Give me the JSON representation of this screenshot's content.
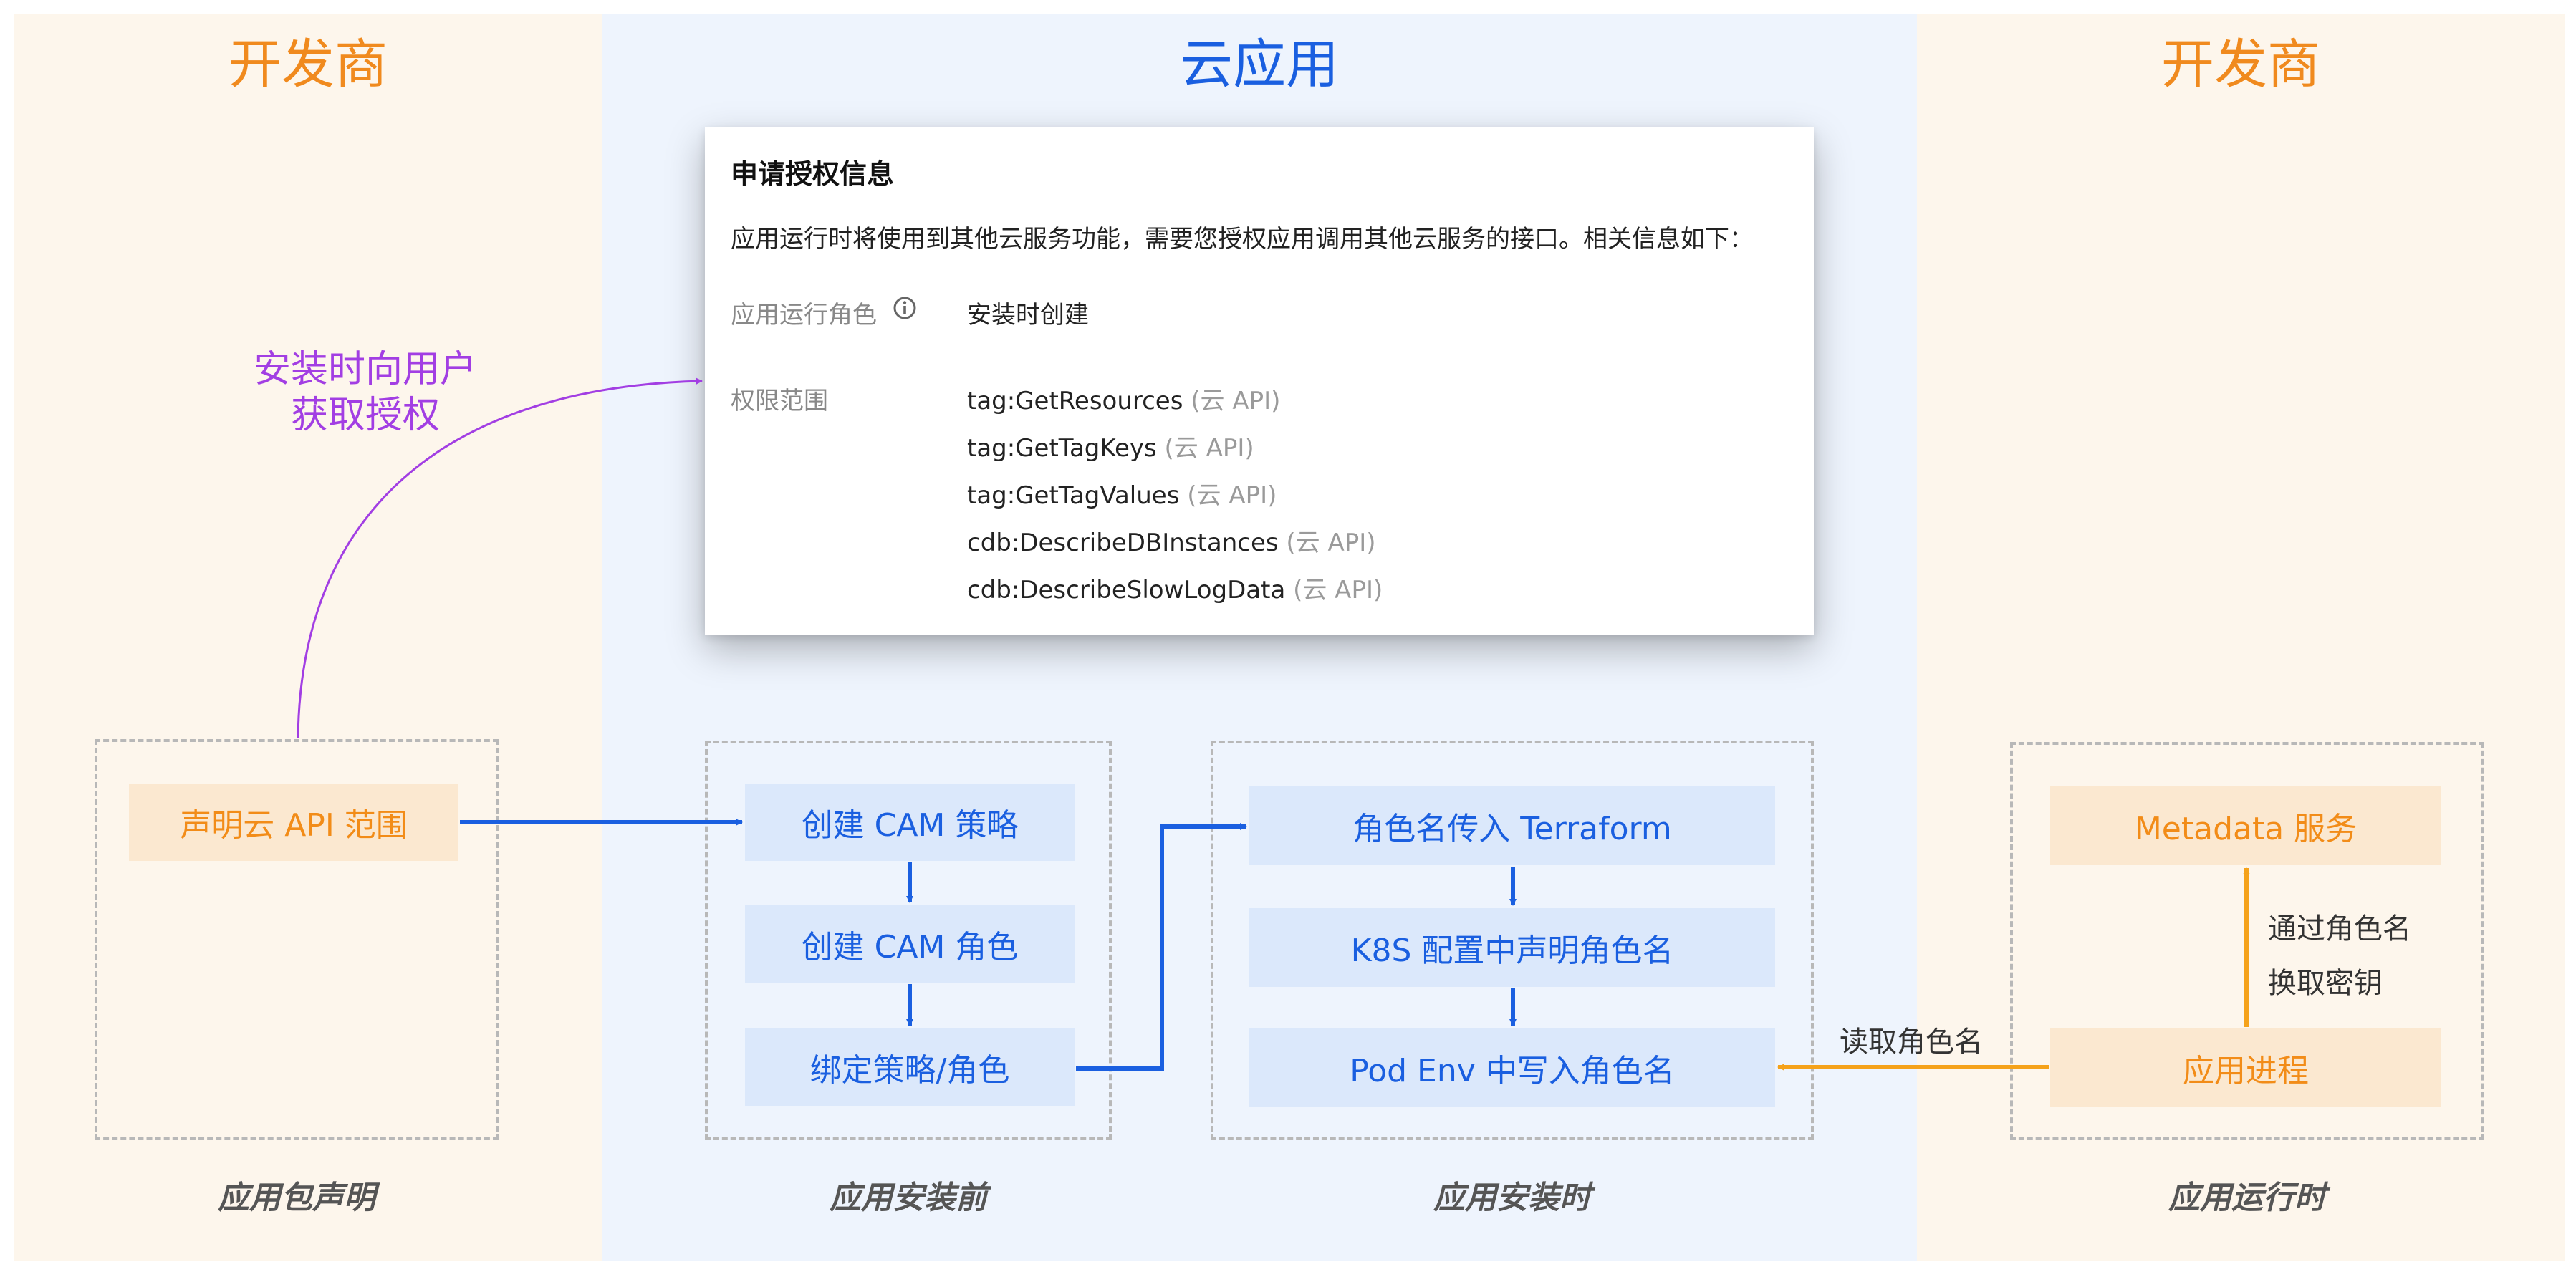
{
  "columns": {
    "left": "开发商",
    "middle": "云应用",
    "right": "开发商"
  },
  "card": {
    "title": "申请授权信息",
    "description": "应用运行时将使用到其他云服务功能，需要您授权应用调用其他云服务的接口。相关信息如下：",
    "role_label": "应用运行角色",
    "role_value": "安装时创建",
    "scope_label": "权限范围",
    "permissions": [
      {
        "name": "tag:GetResources",
        "note": "(云 API)"
      },
      {
        "name": "tag:GetTagKeys",
        "note": "(云 API)"
      },
      {
        "name": "tag:GetTagValues",
        "note": "(云 API)"
      },
      {
        "name": "cdb:DescribeDBInstances",
        "note": "(云 API)"
      },
      {
        "name": "cdb:DescribeSlowLogData",
        "note": "(云 API)"
      }
    ]
  },
  "auth_annotation": {
    "line1": "安装时向用户",
    "line2": "获取授权"
  },
  "groups": {
    "declare": {
      "caption": "应用包声明",
      "boxes": [
        "声明云 API 范围"
      ]
    },
    "pre_install": {
      "caption": "应用安装前",
      "boxes": [
        "创建 CAM 策略",
        "创建 CAM 角色",
        "绑定策略/角色"
      ]
    },
    "install": {
      "caption": "应用安装时",
      "boxes": [
        "角色名传入 Terraform",
        "K8S 配置中声明角色名",
        "Pod Env 中写入角色名"
      ]
    },
    "runtime": {
      "caption": "应用运行时",
      "boxes": [
        "Metadata 服务",
        "应用进程"
      ],
      "exchange_line1": "通过角色名",
      "exchange_line2": "换取密钥"
    }
  },
  "read_role_label": "读取角色名",
  "colors": {
    "orange": "#f28c18",
    "blue": "#1a5fe0",
    "purple": "#a23ee3",
    "arrow_blue": "#1a5fe0",
    "arrow_orange": "#f5a21a"
  }
}
